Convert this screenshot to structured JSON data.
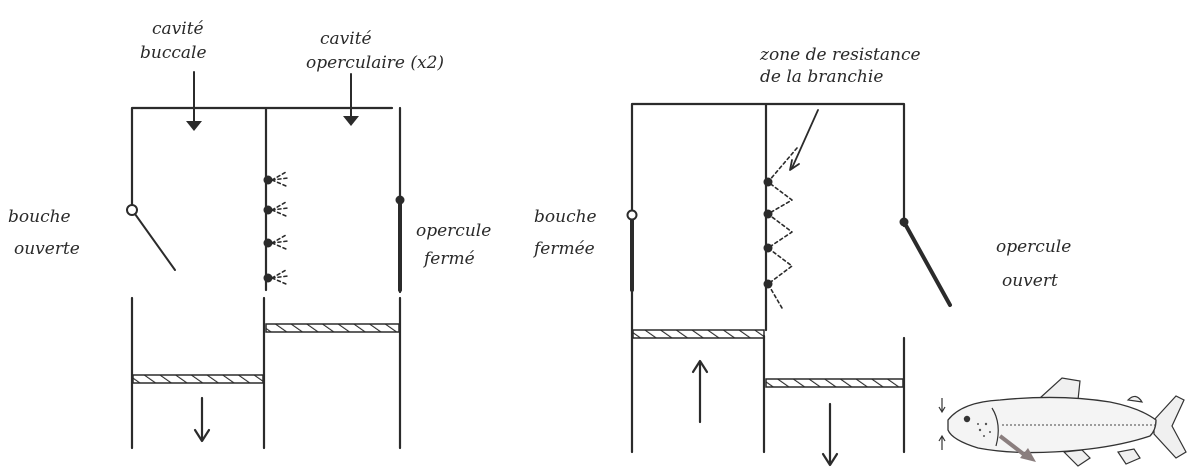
{
  "left_diagram": {
    "label_cavite_buccale_1": "cavité",
    "label_cavite_buccale_2": "buccale",
    "label_cavite_operculaire_1": "cavité",
    "label_cavite_operculaire_2": "operculaire (x2)",
    "label_bouche_1": "bouche",
    "label_bouche_2": "ouverte",
    "label_opercule_1": "opercule",
    "label_opercule_2": "fermé"
  },
  "right_diagram": {
    "label_zone_1": "zone de resistance",
    "label_zone_2": "de la branchie",
    "label_bouche_1": "bouche",
    "label_bouche_2": "fermée",
    "label_opercule_1": "opercule",
    "label_opercule_2": "ouvert"
  },
  "colors": {
    "ink": "#2b2b2b",
    "fish_fill": "#f4f4f4",
    "fish_arrow": "#8a7e7e"
  }
}
